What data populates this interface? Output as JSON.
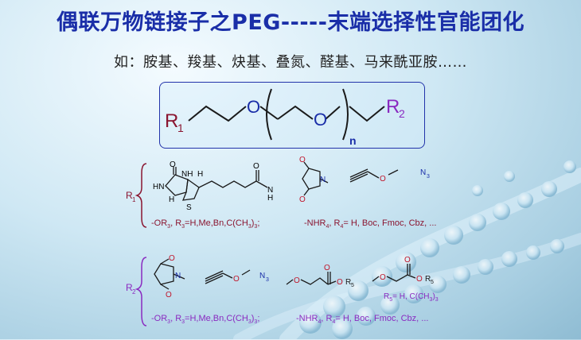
{
  "title": "偶联万物链接子之PEG-----末端选择性官能团化",
  "subtitle": "如：胺基、羧基、炔基、叠氮、醛基、马来酰亚胺……",
  "colors": {
    "title": "#1a2ea8",
    "r1": "#8a1530",
    "r2": "#8a2ac0",
    "box": "#2233aa"
  },
  "formula": {
    "r1": "R",
    "r1_sub": "1",
    "o_left": "O",
    "o_repeat": "O",
    "n": "n",
    "r2": "R",
    "r2_sub": "2"
  },
  "r1_panel": {
    "label": "R",
    "label_sub": "1",
    "biotin_atoms": {
      "o": "O",
      "hn": "HN",
      "nh": "NH",
      "h_top": "H",
      "h_bottom": "H",
      "s": "S",
      "amide_o": "O",
      "amide_nh": "N",
      "amide_h": "H"
    },
    "maleimide_atoms": {
      "o_top": "O",
      "n": "N",
      "o_bottom": "O"
    },
    "alkyne_o": "O",
    "azide": "N",
    "azide_sub": "3",
    "line2_a": "-OR",
    "line2_a_sub": "3",
    "line2_b": ", R",
    "line2_b_sub": "3",
    "line2_c": "=H,Me,Bn,C(CH",
    "line2_c_sub": "3",
    "line2_d": ")",
    "line2_d_sub": "3",
    "line2_e": ";",
    "line2_f": "-NHR",
    "line2_f_sub": "4",
    "line2_g": ", R",
    "line2_g_sub": "4",
    "line2_h": "= H, Boc, Fmoc, Cbz, ..."
  },
  "r2_panel": {
    "label": "R",
    "label_sub": "2",
    "maleimide_atoms": {
      "o_top": "O",
      "n": "N",
      "o_bottom": "O"
    },
    "alkyne_o": "O",
    "azide": "N",
    "azide_sub": "3",
    "ester1": {
      "o_chain": "O",
      "o_carbonyl": "O",
      "o_ester": "O",
      "r": "R",
      "r_sub": "5"
    },
    "ester2": {
      "o_chain": "O",
      "o_carbonyl": "O",
      "o_ester": "O",
      "r": "R",
      "r_sub": "5"
    },
    "r5_def": "R",
    "r5_def_sub": "5",
    "r5_def_rest": "= H, C(CH",
    "r5_def_rest_sub": "3",
    "r5_def_end": ")",
    "r5_def_end_sub": "3",
    "line2_a": "-OR",
    "line2_a_sub": "3",
    "line2_b": ", R",
    "line2_b_sub": "3",
    "line2_c": "=H,Me,Bn,C(CH",
    "line2_c_sub": "3",
    "line2_d": ")",
    "line2_d_sub": "3",
    "line2_e": ";",
    "line2_f": "-NHR",
    "line2_f_sub": "4",
    "line2_g": ", R",
    "line2_g_sub": "4",
    "line2_h": "= H, Boc, Fmoc, Cbz, ..."
  }
}
